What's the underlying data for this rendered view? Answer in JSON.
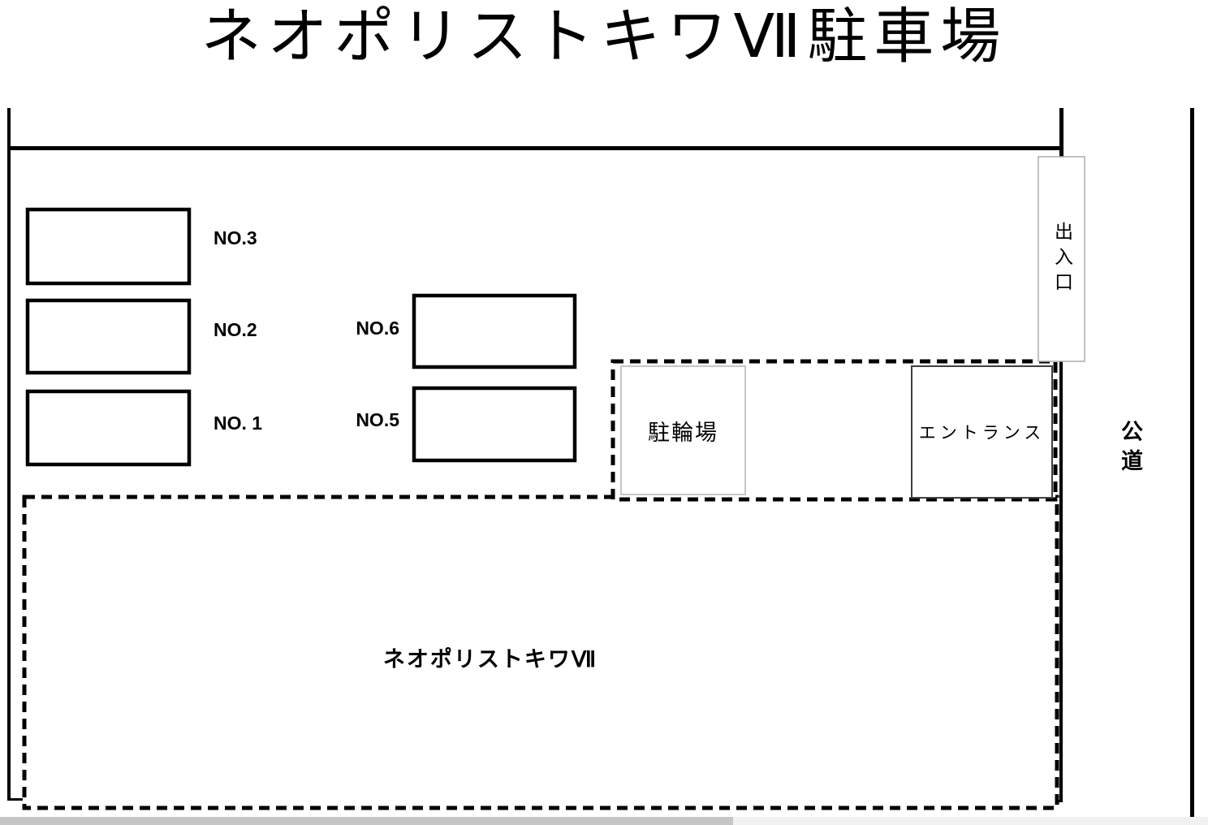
{
  "title": "ネオポリストキワⅦ駐車場",
  "parking_spaces": [
    {
      "label": "NO.3"
    },
    {
      "label": "NO.2"
    },
    {
      "label": "NO. 1"
    },
    {
      "label": "NO.6"
    },
    {
      "label": "NO.5"
    }
  ],
  "areas": {
    "bicycle_parking": {
      "label": "駐輪場"
    },
    "entrance": {
      "label": "エントランス"
    },
    "gate": {
      "label": "出入口"
    },
    "building": {
      "label": "ネオポリストキワⅦ"
    },
    "public_road": {
      "label": "公道"
    }
  },
  "colors": {
    "line": "#000000",
    "light_border": "#b4b4b4",
    "entrance_border": "#3f3f3f",
    "scrollbar_thumb": "#c6c6c6",
    "scrollbar_track": "#f1f1f1"
  }
}
